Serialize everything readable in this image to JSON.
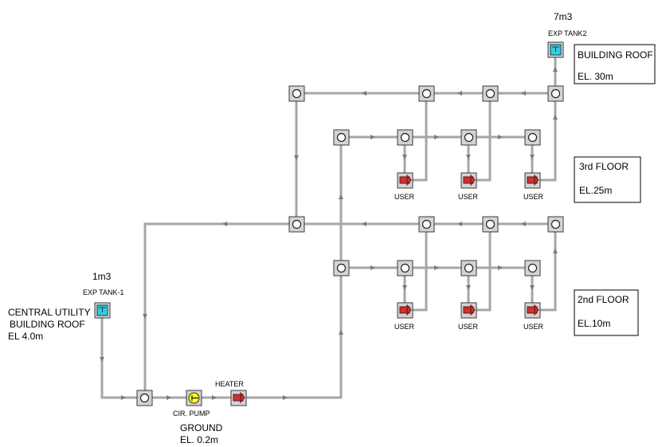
{
  "colors": {
    "pipe": "#a6a6a6",
    "node_fill": "#d4d4d4",
    "tank_fill": "#33ccdd",
    "user_fill": "#cc3333",
    "pump_fill": "#ffff33"
  },
  "tanks": {
    "tank1": {
      "volume": "1m3",
      "name": "EXP TANK-1"
    },
    "tank2": {
      "volume": "7m3",
      "name": "EXP TANK2"
    }
  },
  "central": {
    "line1": "CENTRAL UTILITY",
    "line2": "BUILDING ROOF",
    "line3": "EL 4.0m"
  },
  "ground": {
    "pump_label": "CIR. PUMP",
    "heater_label": "HEATER",
    "line1": "GROUND",
    "line2": "EL. 0.2m"
  },
  "roof_box": {
    "line1": "BUILDING ROOF",
    "line2": "EL. 30m"
  },
  "floor3_box": {
    "line1": "3rd FLOOR",
    "line2": "EL.25m"
  },
  "floor2_box": {
    "line1": "2nd FLOOR",
    "line2": "EL.10m"
  },
  "user_label": "USER",
  "icons": {
    "junction": "junction-node-icon",
    "tank": "expansion-tank-icon",
    "pump": "pump-icon",
    "heater": "heater-icon",
    "user": "user-heat-exchanger-icon"
  }
}
